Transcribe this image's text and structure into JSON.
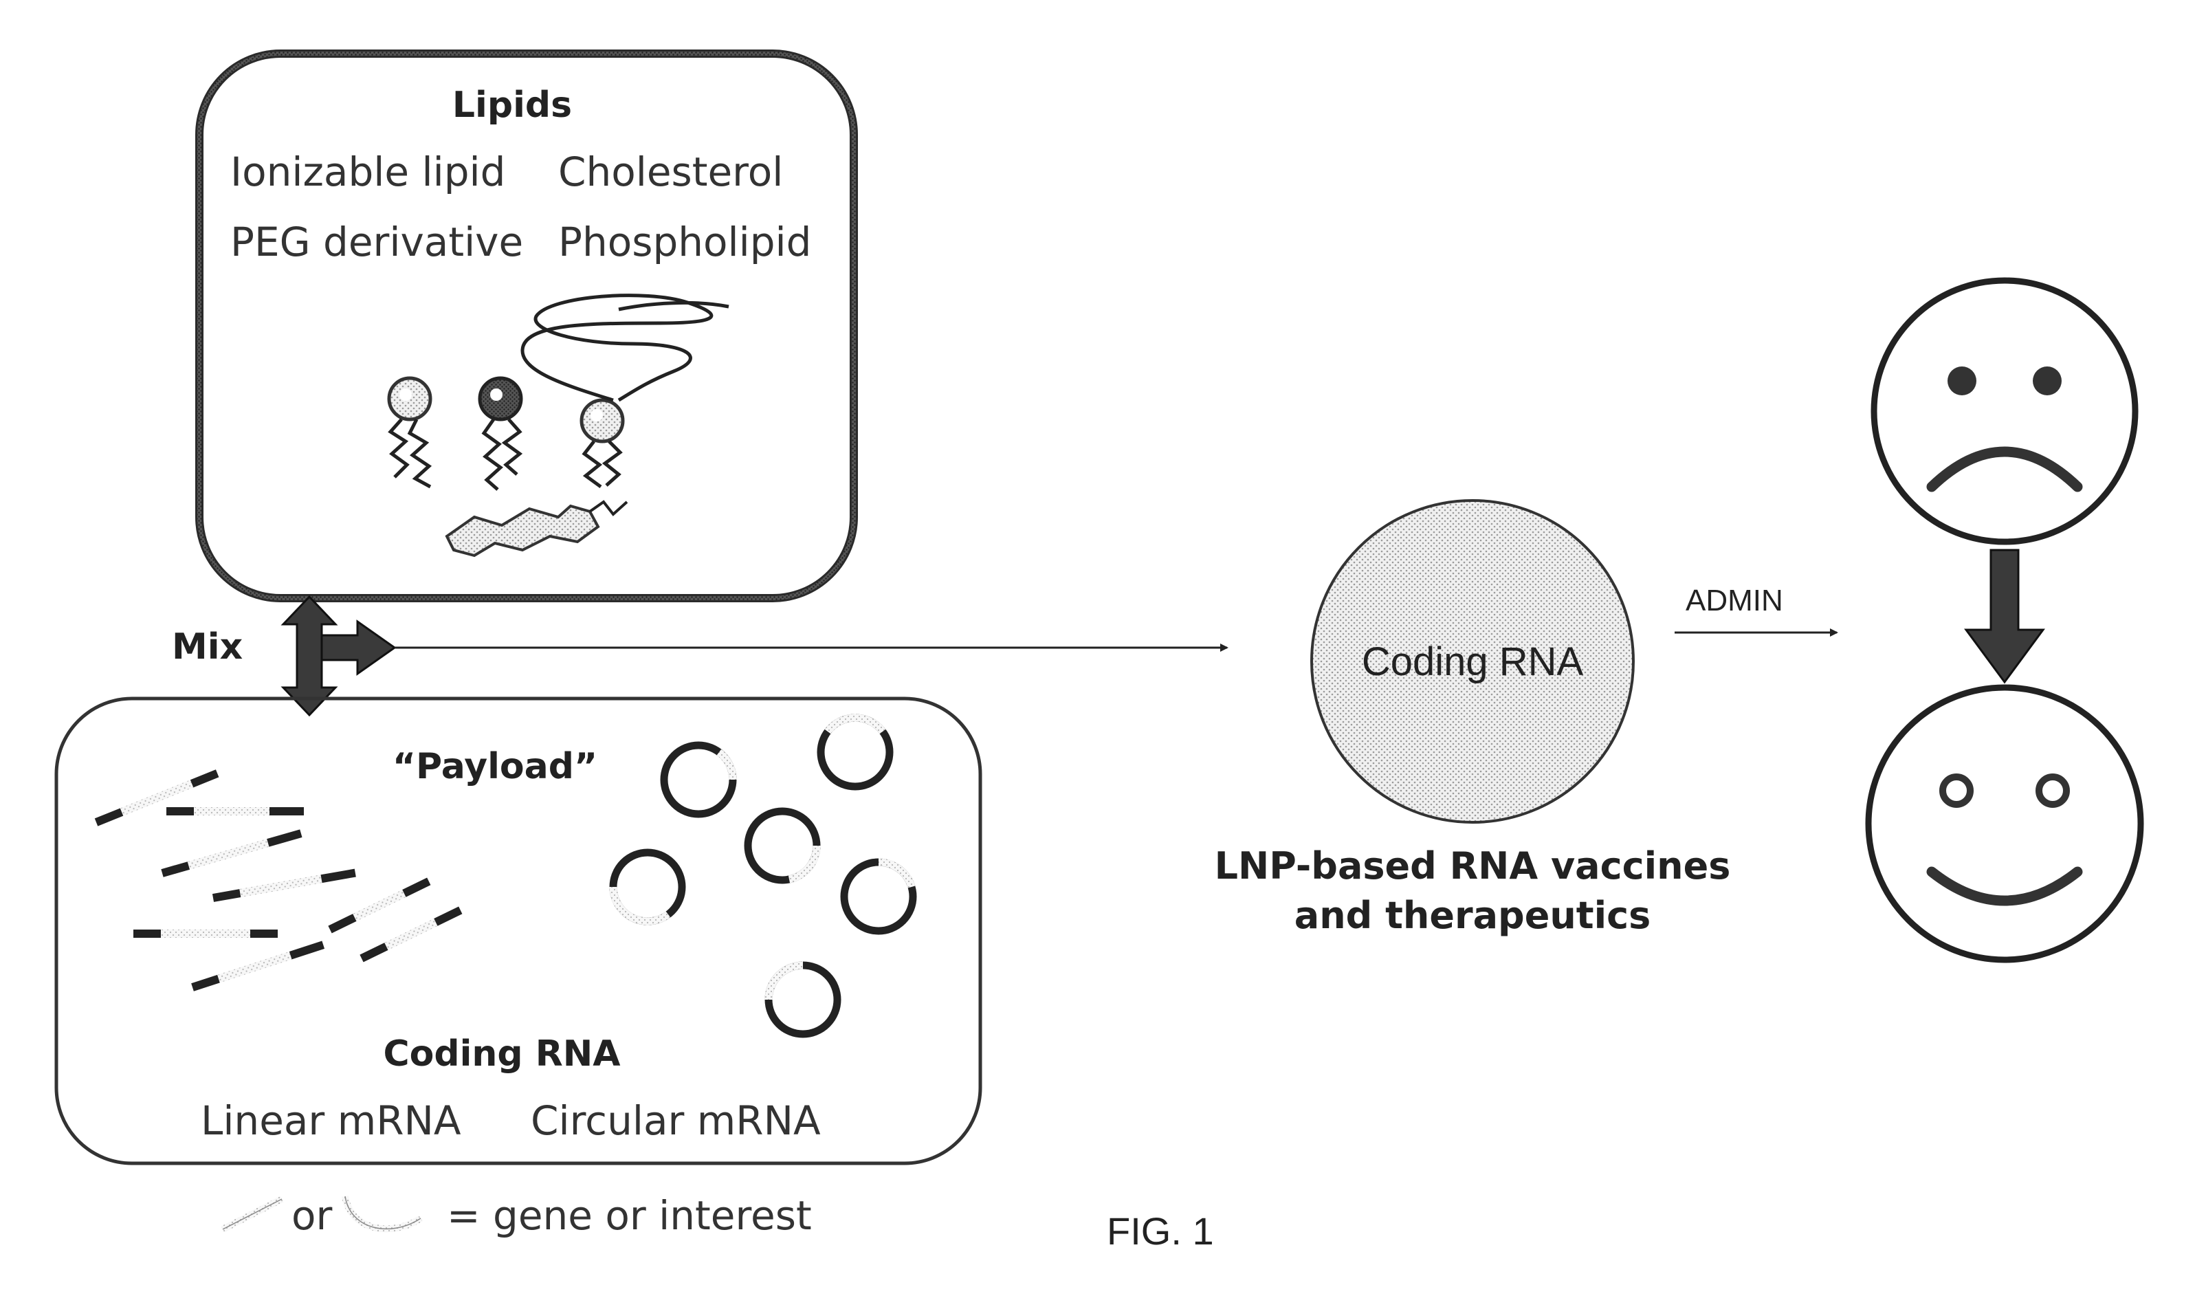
{
  "lipids": {
    "title": "Lipids",
    "items": [
      "Ionizable lipid",
      "Cholesterol",
      "PEG derivative",
      "Phospholipid"
    ]
  },
  "mix_label": "Mix",
  "payload": {
    "title": "“Payload”",
    "subtitle": "Coding RNA",
    "types": [
      "Linear mRNA",
      "Circular mRNA"
    ]
  },
  "legend": {
    "or": "or",
    "meaning": "= gene or interest"
  },
  "lnp": {
    "circle_label": "Coding RNA",
    "caption_line1": "LNP-based RNA vaccines",
    "caption_line2": "and therapeutics"
  },
  "admin_label": "ADMIN",
  "figure_label": "FIG. 1"
}
